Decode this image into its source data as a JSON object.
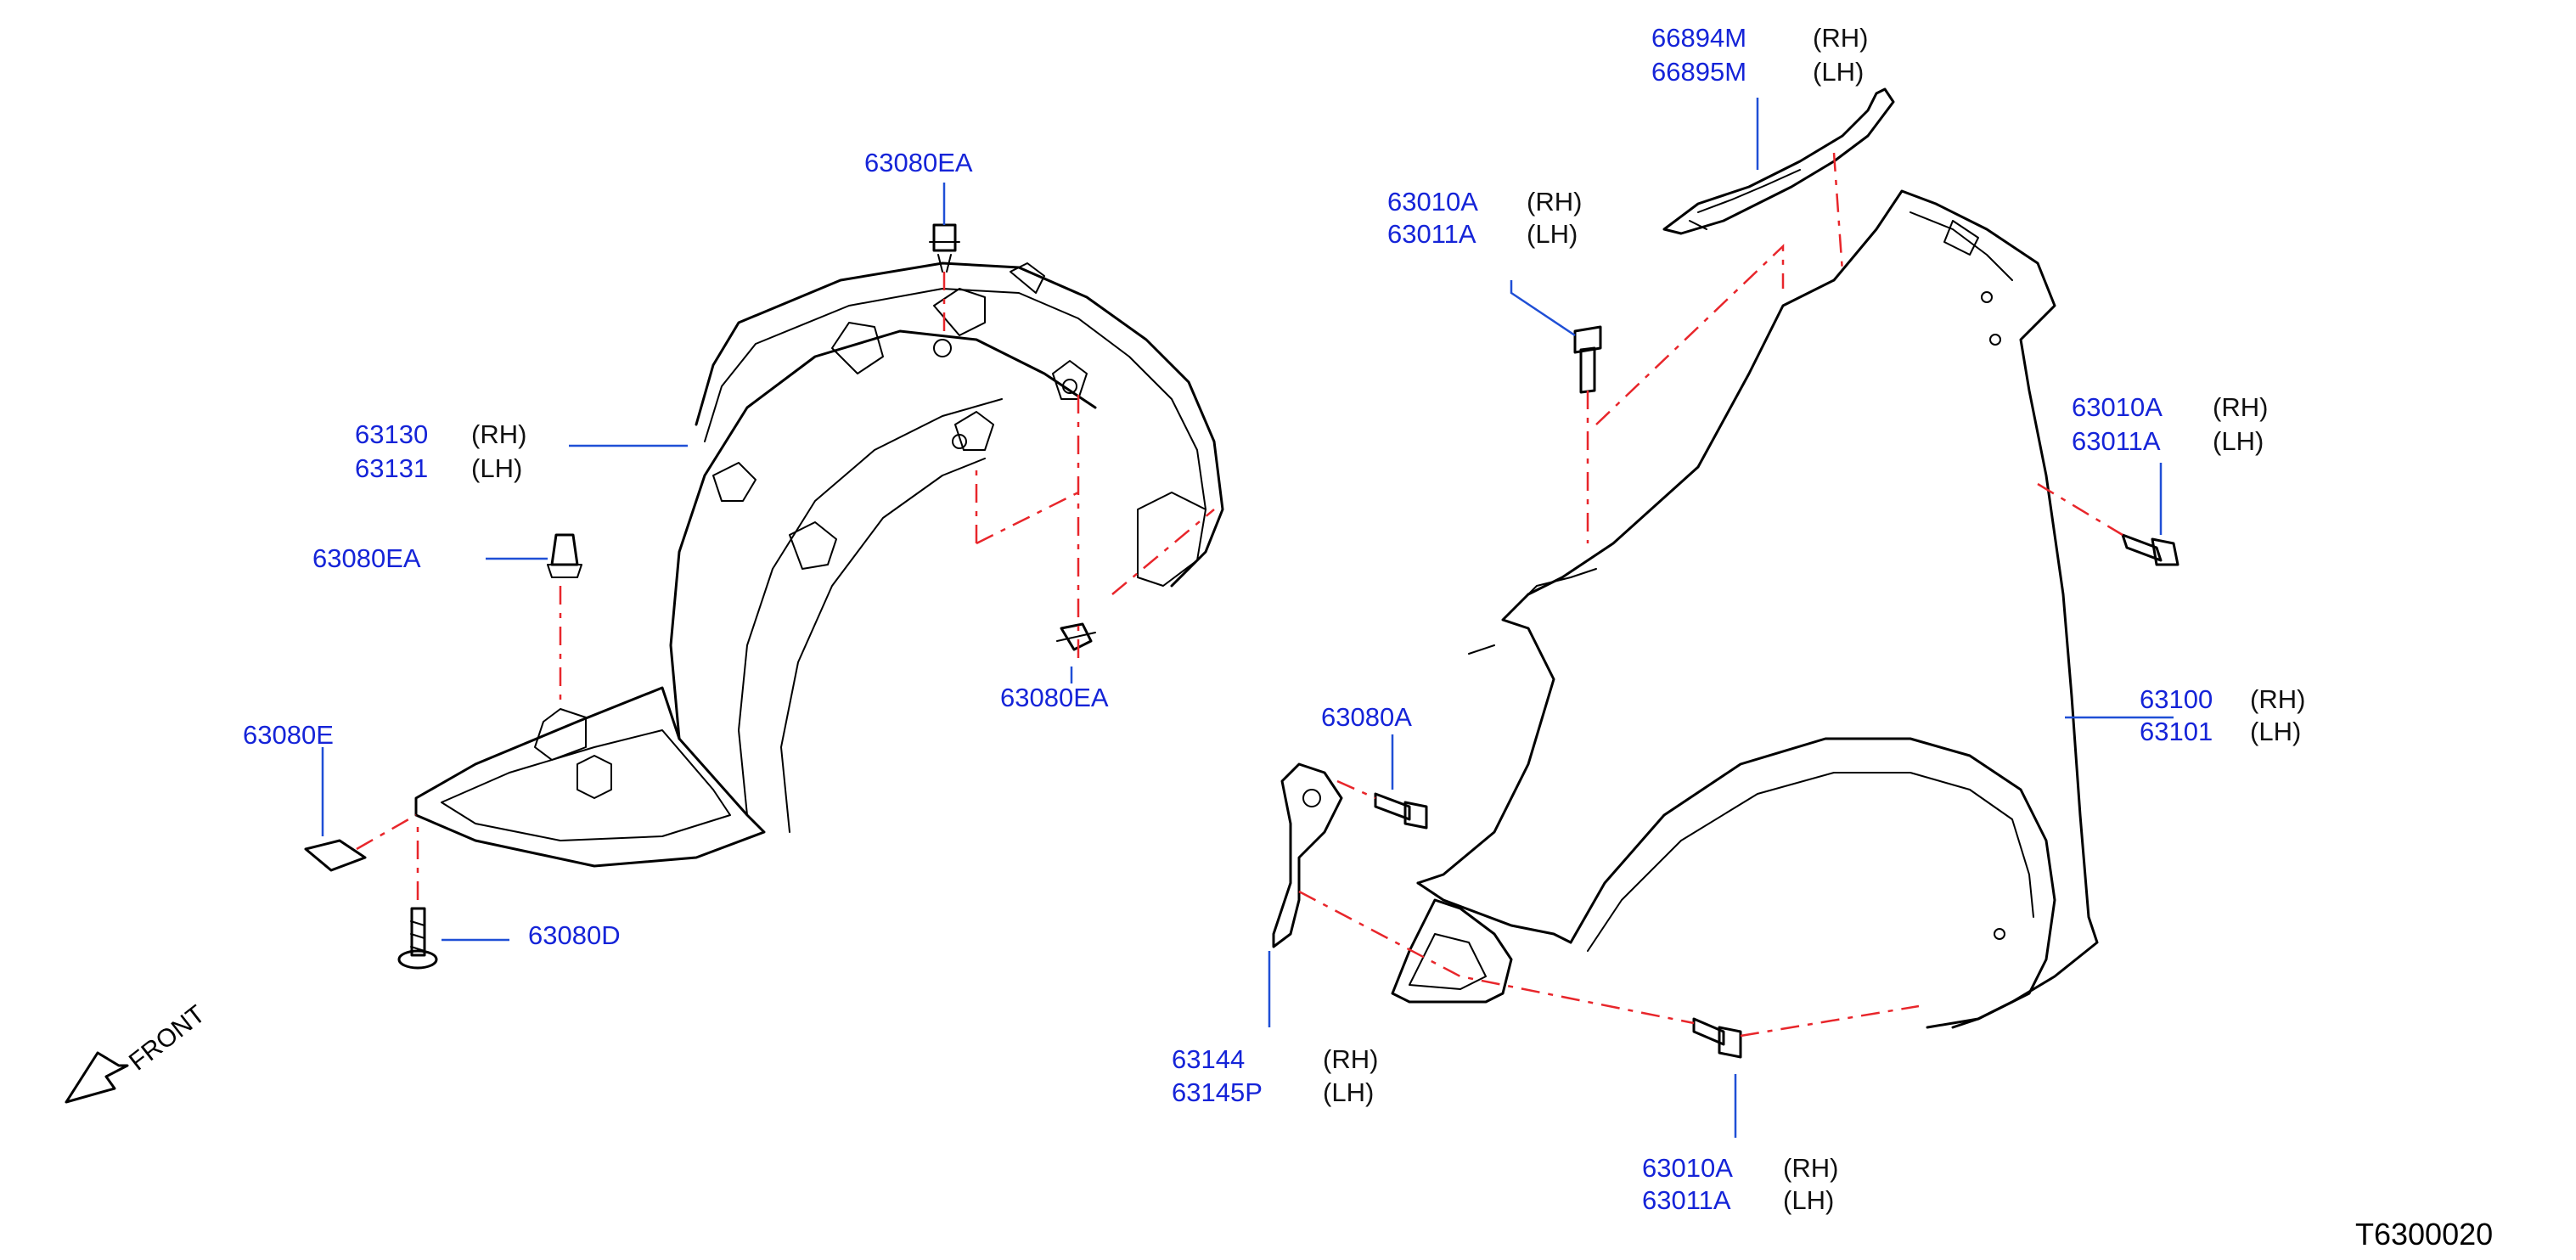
{
  "callouts": {
    "c_66894M": {
      "pn": "66894M",
      "side": "(RH)"
    },
    "c_66895M": {
      "pn": "66895M",
      "side": "(LH)"
    },
    "c_63080EA_top": {
      "pn": "63080EA"
    },
    "c_63010A_upper": {
      "pn": "63010A",
      "side": "(RH)"
    },
    "c_63011A_upper": {
      "pn": "63011A",
      "side": "(LH)"
    },
    "c_63130": {
      "pn": "63130",
      "side": "(RH)"
    },
    "c_63131": {
      "pn": "63131",
      "side": "(LH)"
    },
    "c_63010A_right": {
      "pn": "63010A",
      "side": "(RH)"
    },
    "c_63011A_right": {
      "pn": "63011A",
      "side": "(LH)"
    },
    "c_63080EA_left": {
      "pn": "63080EA"
    },
    "c_63080EA_mid": {
      "pn": "63080EA"
    },
    "c_63100": {
      "pn": "63100",
      "side": "(RH)"
    },
    "c_63101": {
      "pn": "63101",
      "side": "(LH)"
    },
    "c_63080E": {
      "pn": "63080E"
    },
    "c_63080A": {
      "pn": "63080A"
    },
    "c_63080D": {
      "pn": "63080D"
    },
    "c_63144": {
      "pn": "63144",
      "side": "(RH)"
    },
    "c_63145P": {
      "pn": "63145P",
      "side": "(LH)"
    },
    "c_63010A_bottom": {
      "pn": "63010A",
      "side": "(RH)"
    },
    "c_63011A_bottom": {
      "pn": "63011A",
      "side": "(LH)"
    }
  },
  "front_label": "FRONT",
  "diagram_code": "T6300020",
  "colors": {
    "part_number": "#1524d8",
    "leader": "#1f4fd6",
    "dashed_guide": "#e8262b",
    "outline": "#000000"
  }
}
